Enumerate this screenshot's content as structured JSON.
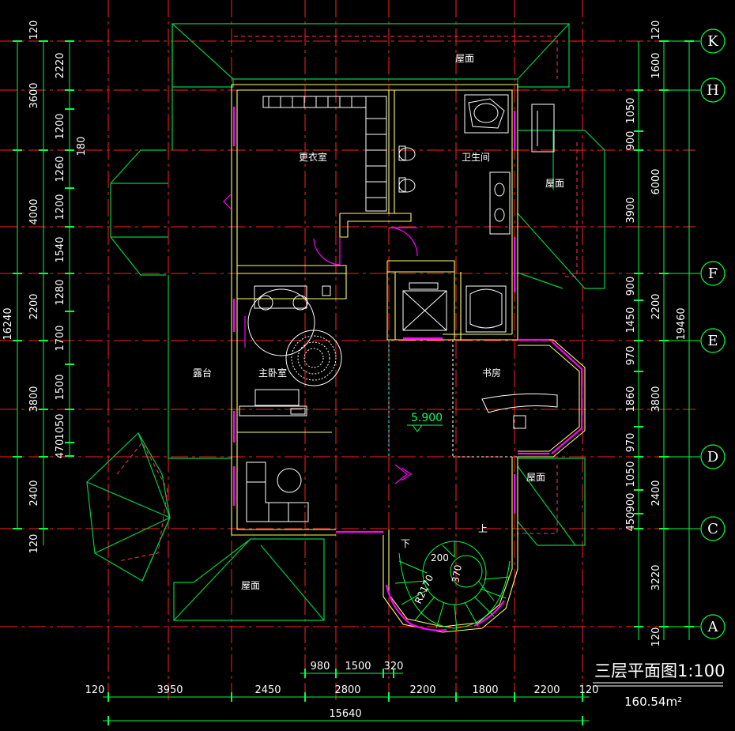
{
  "title": "三层平面图1:100",
  "area": "160.54m²",
  "elevation": "5.900",
  "rooms": {
    "roof_top": "屋面",
    "roof_right_upper": "屋面",
    "roof_right_lower": "屋面",
    "roof_bottom": "屋面",
    "closet": "更衣室",
    "bathroom": "卫生间",
    "terrace": "露台",
    "master_bedroom": "主卧室",
    "study": "书房",
    "stair_up": "上",
    "stair_down": "下",
    "stair_radius": "R2170",
    "stair_dim_a": "200",
    "stair_dim_b": "370"
  },
  "axes_right": [
    "K",
    "H",
    "F",
    "E",
    "D",
    "C",
    "A"
  ],
  "dims": {
    "left_outer": [
      "3600",
      "4000",
      "2200",
      "3800",
      "2400",
      "120",
      "120"
    ],
    "left_total": "16240",
    "left_inner": [
      "2220",
      "1200",
      "1260",
      "1200",
      "1540",
      "1280",
      "1700",
      "1500",
      "1050",
      "470",
      "180"
    ],
    "right_inner": [
      "120",
      "1600",
      "1050",
      "900",
      "3900",
      "900",
      "1450",
      "970",
      "1860",
      "970",
      "1050",
      "900",
      "450",
      "3220",
      "120"
    ],
    "right_outer": [
      "6000",
      "2200",
      "3800",
      "2400"
    ],
    "right_total": "19460",
    "bottom_row1": [
      "980",
      "1500",
      "320"
    ],
    "bottom_row2": [
      "120",
      "3950",
      "2450",
      "2800",
      "2200",
      "1800",
      "2200",
      "120"
    ],
    "bottom_total": "15640"
  },
  "colors": {
    "background": "#000000",
    "axis_red": "#ff2020",
    "dim_green": "#00ff40",
    "roof_green": "#00cc44",
    "wall_yellow": "#ffff66",
    "window_magenta": "#ff00ff",
    "furniture_white": "#ffffff",
    "axis_bubble": "#00ff40"
  }
}
